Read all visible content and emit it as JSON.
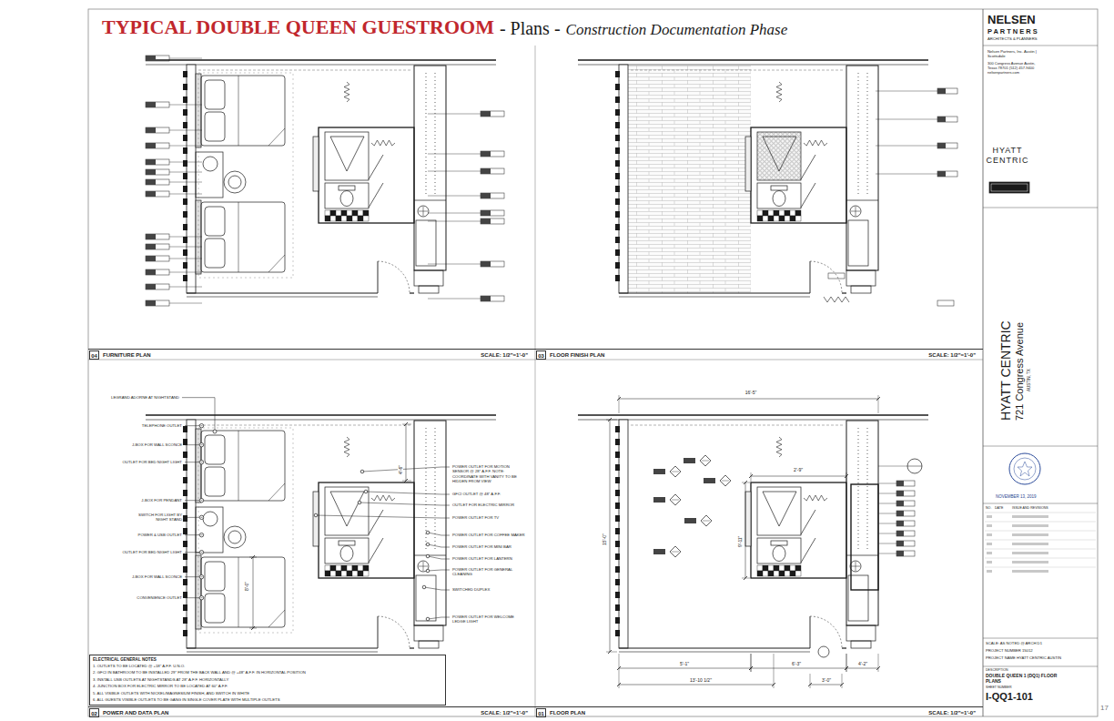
{
  "diagram": {
    "title": "TYPICAL DOUBLE QUEEN GUESTROOM",
    "nodes": [
      {
        "text": [
          "04",
          "FURNITURE PLAN",
          "SCALE: 1/2\"=1'-0\""
        ]
      },
      {
        "text": [
          "03",
          "FLOOR FINISH PLAN",
          "SCALE: 1/2\"=1'-0\""
        ]
      },
      {
        "text": [
          "02",
          "POWER AND DATA PLAN",
          "SCALE: 1/2\"=1'-0\""
        ]
      },
      {
        "text": [
          "01",
          "FLOOR PLAN",
          "SCALE: 1/2\"=1'-0\""
        ]
      },
      {
        "text": [
          "ELECTRICAL GENERAL NOTES",
          "1. OUTLETS TO BE LOCATED @ +18\" A.F.F. U.N.O.",
          "2. GFCI IN BATHROOM TO BE INSTALLED 29\" FROM THE BACK WALL AND @ +48\" A.F.F. IN HORIZONTAL POSITION",
          "3. INSTALL USB OUTLETS AT NIGHTSTANDS AT 28\" A.F.F. HORIZONTALLY",
          "4. JUNCTION BOX FOR ELECTRIC MIRROR TO BE LOCATED AT 60\" A.F.F.",
          "5. ALL VISIBLE OUTLETS WITH NICKEL/MAGNESIUM FINISH, AND SWITCH IN WHITE",
          "6. ALL GUESTS VISIBLE OUTLETS TO BE GANG IN SINGLE COVER PLATE WITH MULTIPLE OUTLETS"
        ]
      },
      {
        "text": [
          "NELSEN",
          "PARTNERS",
          "ARCHITECTS & PLANNERS",
          "Nelsen Partners, Inc. Austin | Scottsdale",
          "300 Congress Avenue Austin, Texas 78701 (512) 457-9400 nelsenpartners.com",
          "HYATT CENTRIC",
          "HYATT CENTRIC",
          "721 Congress Avenue",
          "AUSTIN, TX",
          "NOVEMBER 13, 2019",
          "SCALE: AS NOTED @ ARCH D1",
          "PROJECT NUMBER 15012",
          "PROJECT NAME HYATT CENTRIC AUSTIN",
          "DESCRIPTION",
          "DOUBLE QUEEN 1 (DQ1) FLOOR PLANS",
          "SHEET NUMBER",
          "I-QQ1-101",
          "NO.",
          "DATE",
          "ISSUE AND REVISIONS"
        ]
      }
    ],
    "labels": [
      "- Plans -",
      "Construction Documentation Phase",
      "LEGRAND ADORNE AT NIGHTSTAND",
      "TELEPHONE OUTLET",
      "J-BOX FOR WALL SCONCE",
      "OUTLET FOR BED NIGHT LIGHT",
      "J-BOX FOR PENDANT",
      "SWITCH FOR LIGHT BY NIGHT STAND",
      "POWER & USB OUTLET",
      "OUTLET FOR BED NIGHT LIGHT",
      "J-BOX FOR WALL SCONCE",
      "CONVENIENCE OUTLET",
      "POWER OUTLET FOR MOTION SENSOR @ 28\" A.F.F. NOTE: COORDINATE WITH VANITY TO BE HIDDEN FROM VIEW",
      "GFCI OUTLET @ 48\" A.F.F.",
      "OUTLET FOR ELECTRIC MIRROR",
      "POWER OUTLET FOR TV",
      "POWER OUTLET FOR COFFEE MAKER",
      "POWER OUTLET FOR MINI BAR",
      "POWER OUTLET FOR LANTERN",
      "POWER OUTLET FOR GENERAL CLEANING",
      "SWITCHED DUPLEX",
      "POWER OUTLET FOR WELCOME LEDGE LIGHT",
      "4'-6\"",
      "8'-0\"",
      "16'-5\"",
      "15'-0\"",
      "2'-9\"",
      "9'-11\"",
      "5'-1\"",
      "13'-10 1/2\"",
      "6'-3\"",
      "4'-2\"",
      "3'-0\"",
      "17"
    ]
  }
}
